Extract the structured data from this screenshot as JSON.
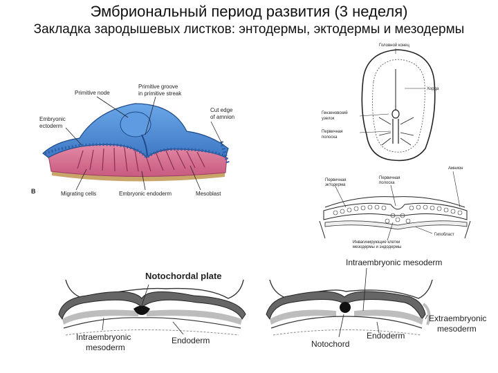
{
  "header": {
    "title": "Эмбриональный период развития (3 неделя)",
    "subtitle": "Закладка зародышевых листков: энтодермы, эктодермы и мезодермы"
  },
  "figure_b": {
    "panel_letter": "B",
    "labels": {
      "primitive_node": "Primitive node",
      "primitive_groove": "Primitive groove",
      "primitive_groove_2": "in primitive streak",
      "embryonic_ectoderm": "Embryonic",
      "embryonic_ectoderm_2": "ectoderm",
      "cut_edge": "Cut edge",
      "cut_edge_2": "of amnion",
      "migrating_cells": "Migrating cells",
      "embryonic_endoderm": "Embryonic endoderm",
      "mesoblast": "Mesoblast"
    }
  },
  "figure_top_right": {
    "labels": {
      "head_end": "Головной конец",
      "chord": "Хорда",
      "hensen_node": "Гензеновский",
      "hensen_node_2": "узелок",
      "primitive_streak": "Первичная",
      "primitive_streak_2": "полоска"
    }
  },
  "figure_mid_right": {
    "labels": {
      "primary_ectoderm": "Первичная",
      "primary_ectoderm_2": "эктодерма",
      "primary_streak": "Первичная",
      "primary_streak_2": "полоска",
      "amnion": "Амнион",
      "hypoblast": "Гипобласт",
      "invaginating_cells": "Инвагинирующие клетки",
      "invaginating_cells_2": "мезодермы и эндодермы"
    }
  },
  "figure_bottom_left": {
    "labels": {
      "notochordal_plate": "Notochordal plate",
      "intraembryonic": "Intraembryonic",
      "mesoderm": "mesoderm",
      "endoderm": "Endoderm"
    }
  },
  "figure_bottom_right": {
    "labels": {
      "intraembryonic_mesoderm": "Intraembryonic mesoderm",
      "extraembryonic": "Extraembryonic",
      "mesoderm": "mesoderm",
      "notochord": "Notochord",
      "endoderm": "Endoderm"
    }
  },
  "colors": {
    "ectoderm_blue": "#4f8fd6",
    "ectoderm_dark": "#2d5fa8",
    "endoderm_pink": "#d86b8f",
    "yolk_tan": "#c9a56a",
    "section_gray": "#6b6b6b"
  }
}
